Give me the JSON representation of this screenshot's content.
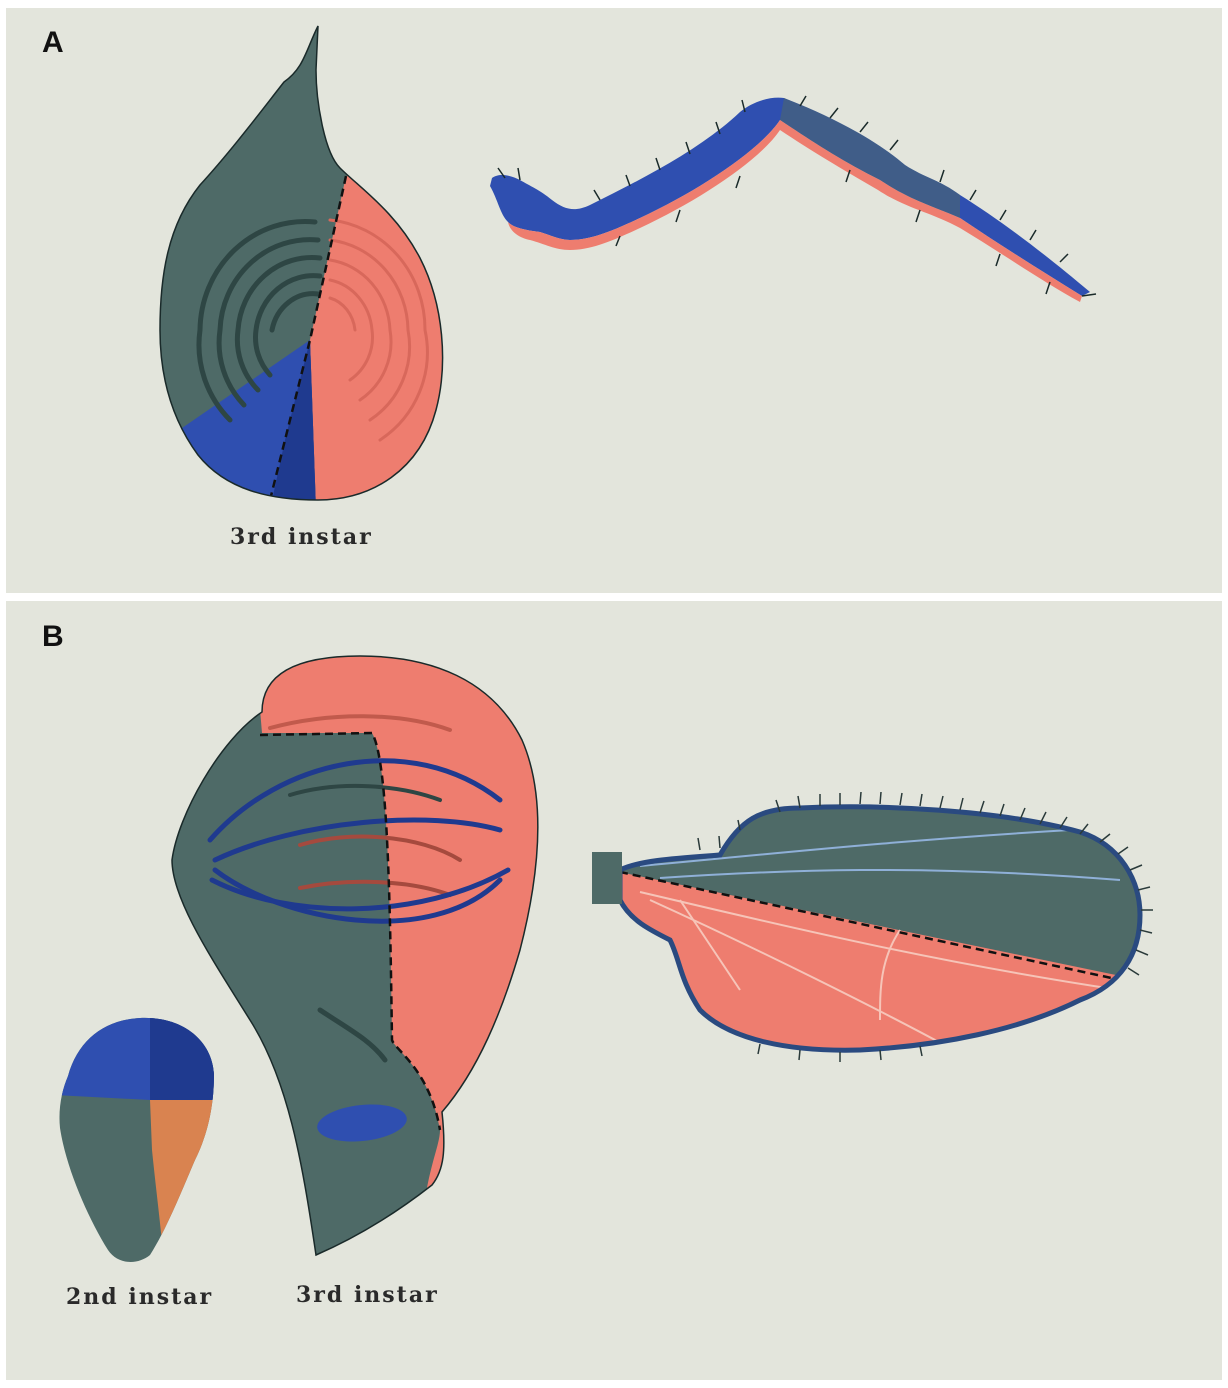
{
  "panels": {
    "a": {
      "letter": "A",
      "disc_caption": "3rd instar"
    },
    "b": {
      "letter": "B",
      "small_disc_caption": "2nd instar",
      "large_disc_caption": "3rd instar"
    }
  },
  "colors": {
    "background": "#e3e5dc",
    "gray_green": "#4e6a67",
    "salmon": "#ee7d6f",
    "blue": "#2f4fb0",
    "dark_blue": "#1f3a8f",
    "orange": "#d98350",
    "outline": "#1a2a2a"
  }
}
